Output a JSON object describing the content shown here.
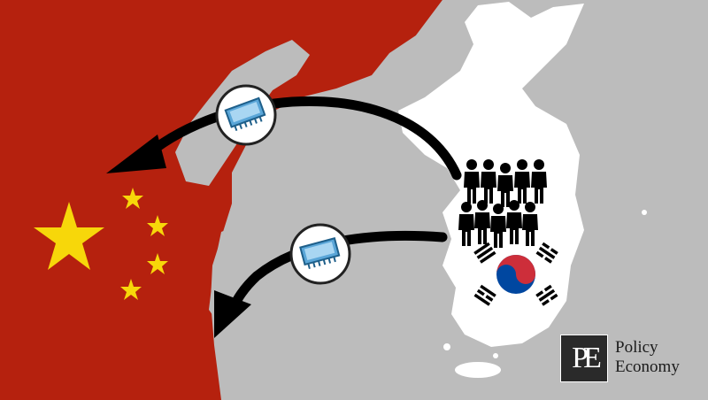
{
  "logo": {
    "monogram": "PE",
    "line1": "Policy",
    "line2": "Economy"
  },
  "colors": {
    "china_red": "#b5210e",
    "star_yellow": "#f7d70a",
    "korea_white": "#ffffff",
    "sea_gray": "#bcbcbc",
    "taegeuk_red": "#cd2e3a",
    "taegeuk_blue": "#0047a0",
    "chip_blue": "#5aa6d8",
    "arrow_black": "#000000"
  },
  "icons": [
    "chip-icon",
    "chip-icon",
    "people-icon",
    "taegeuk-icon",
    "star-icon"
  ]
}
